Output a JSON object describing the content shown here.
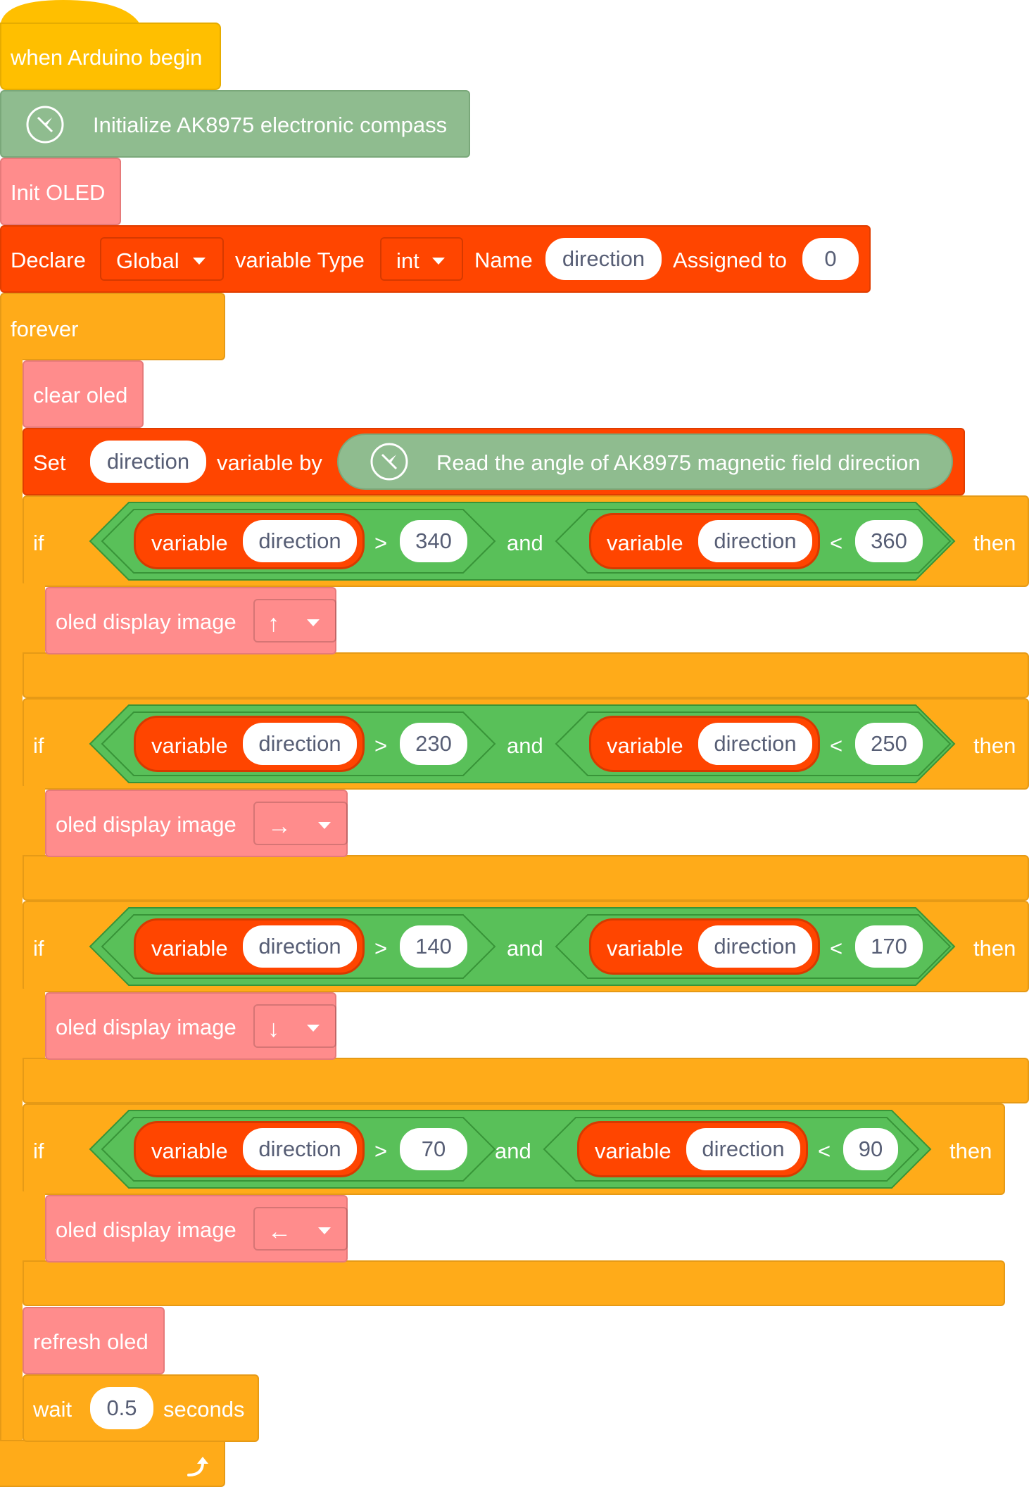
{
  "hat": {
    "label": "when Arduino begin"
  },
  "compass_init": {
    "label": "Initialize AK8975 electronic compass",
    "icon": "compass-icon"
  },
  "init_oled": {
    "label": "Init OLED"
  },
  "declare": {
    "label": "Declare",
    "scope": "Global",
    "type_label": "variable Type",
    "type": "int",
    "name_label": "Name",
    "name": "direction",
    "assign_label": "Assigned to",
    "value": "0"
  },
  "forever": {
    "label": "forever",
    "loop_icon": "loop-arrow-icon"
  },
  "clear_oled": {
    "label": "clear oled"
  },
  "set": {
    "label": "Set",
    "variable": "direction",
    "by_label": "variable by",
    "reporter": "Read the angle of AK8975 magnetic field direction"
  },
  "ifs": [
    {
      "if": "if",
      "var_label": "variable",
      "var": "direction",
      "op1": ">",
      "low": "340",
      "and": "and",
      "op2": "<",
      "high": "360",
      "then": "then",
      "action": "oled display image",
      "image": "↑"
    },
    {
      "if": "if",
      "var_label": "variable",
      "var": "direction",
      "op1": ">",
      "low": "230",
      "and": "and",
      "op2": "<",
      "high": "250",
      "then": "then",
      "action": "oled display image",
      "image": "→"
    },
    {
      "if": "if",
      "var_label": "variable",
      "var": "direction",
      "op1": ">",
      "low": "140",
      "and": "and",
      "op2": "<",
      "high": "170",
      "then": "then",
      "action": "oled display image",
      "image": "↓"
    },
    {
      "if": "if",
      "var_label": "variable",
      "var": "direction",
      "op1": ">",
      "low": "70",
      "and": "and",
      "op2": "<",
      "high": "90",
      "then": "then",
      "action": "oled display image",
      "image": "←"
    }
  ],
  "refresh_oled": {
    "label": "refresh oled"
  },
  "wait": {
    "label": "wait",
    "value": "0.5",
    "unit": "seconds"
  },
  "colors": {
    "hat": "#FFBF00",
    "control": "#FFAB19",
    "variables": "#FF4500",
    "oled": "#FF8C8C",
    "compass": "#8FBC8F",
    "operators": "#59C059"
  }
}
